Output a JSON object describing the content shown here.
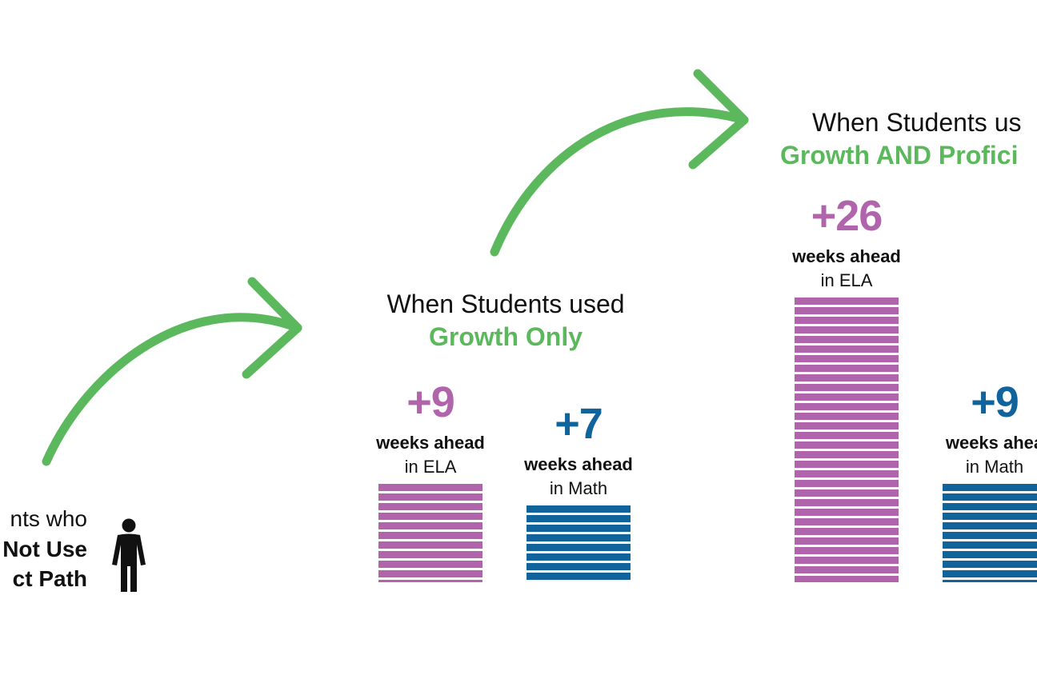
{
  "colors": {
    "ela": "#b064ac",
    "math": "#11639c",
    "green": "#5cb85c",
    "text": "#111111"
  },
  "baseline": {
    "line1": "nts who",
    "line2": "Not Use",
    "line3": "ct Path",
    "icon": "person-icon"
  },
  "stage1": {
    "heading": "When Students used",
    "highlight": "Growth Only"
  },
  "stage2": {
    "heading": "When Students us",
    "highlight": "Growth AND Profici"
  },
  "chart_data": {
    "type": "bar",
    "title": "",
    "unit": "weeks ahead",
    "groups": [
      {
        "name": "Growth Only",
        "bars": [
          {
            "series": "ELA",
            "value": 9,
            "label": "+9",
            "line1": "weeks ahead",
            "line2": "in ELA"
          },
          {
            "series": "Math",
            "value": 7,
            "label": "+7",
            "line1": "weeks ahead",
            "line2": "in Math"
          }
        ]
      },
      {
        "name": "Growth AND Profici",
        "bars": [
          {
            "series": "ELA",
            "value": 26,
            "label": "+26",
            "line1": "weeks ahead",
            "line2": "in ELA"
          },
          {
            "series": "Math",
            "value": 9,
            "label": "+9",
            "line1": "weeks ahea",
            "line2": "in Math"
          }
        ]
      }
    ]
  }
}
